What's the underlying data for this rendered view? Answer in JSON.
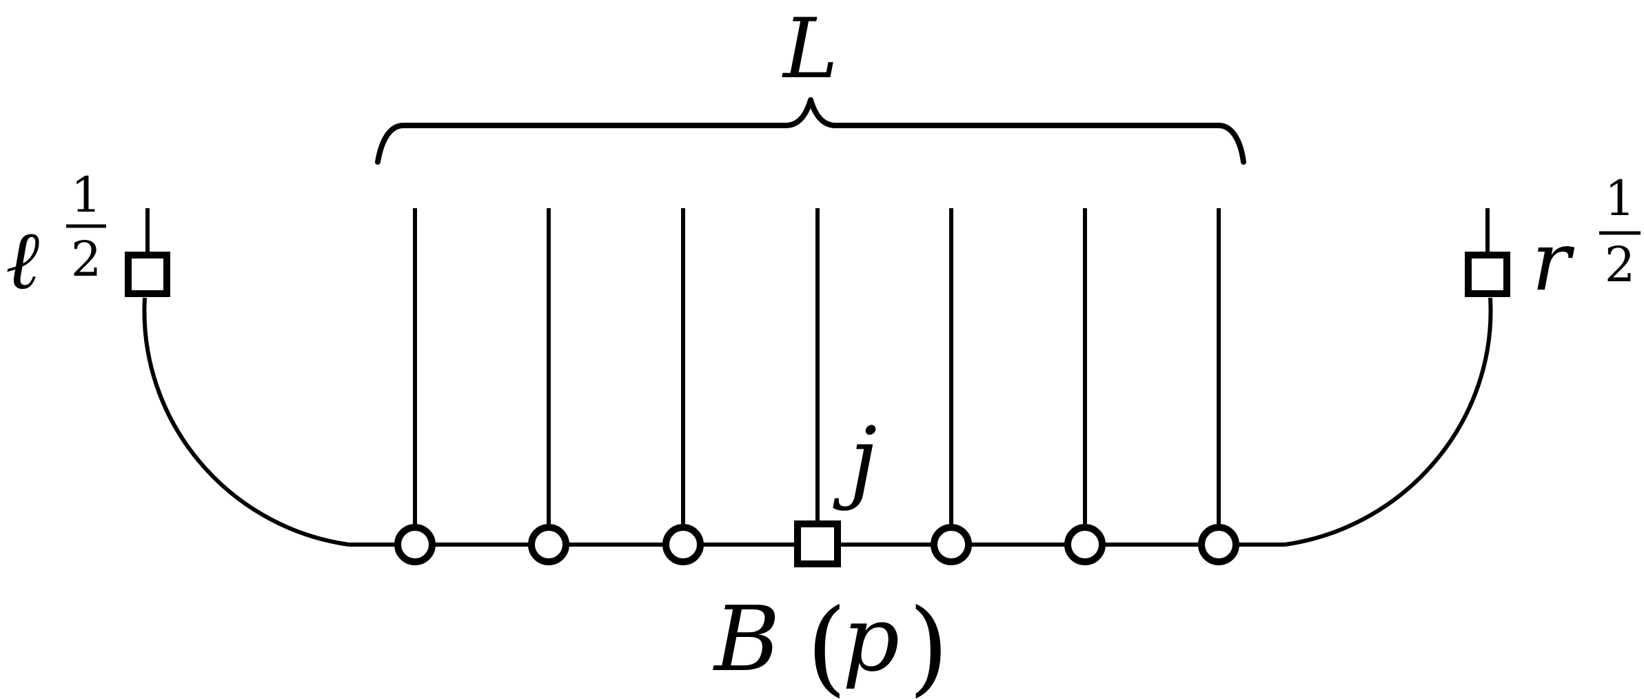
{
  "labels": {
    "top_brace": "L",
    "left_boundary": "ℓ",
    "right_boundary": "r",
    "left_fraction_num": "1",
    "left_fraction_den": "2",
    "right_fraction_num": "1",
    "right_fraction_den": "2",
    "special_index": "j",
    "special_site_letter": "B",
    "special_site_open": "(",
    "special_site_param": "p",
    "special_site_close": ")"
  },
  "colors": {
    "stroke": "#000000",
    "node_fill": "#ffffff",
    "background": "#ffffff"
  },
  "structure": {
    "bulk_sites": 7,
    "special_site_index": 3,
    "boundary_sites": 2,
    "bulk_node_shape": "circle",
    "special_node_shape": "square",
    "boundary_node_shape": "square"
  }
}
